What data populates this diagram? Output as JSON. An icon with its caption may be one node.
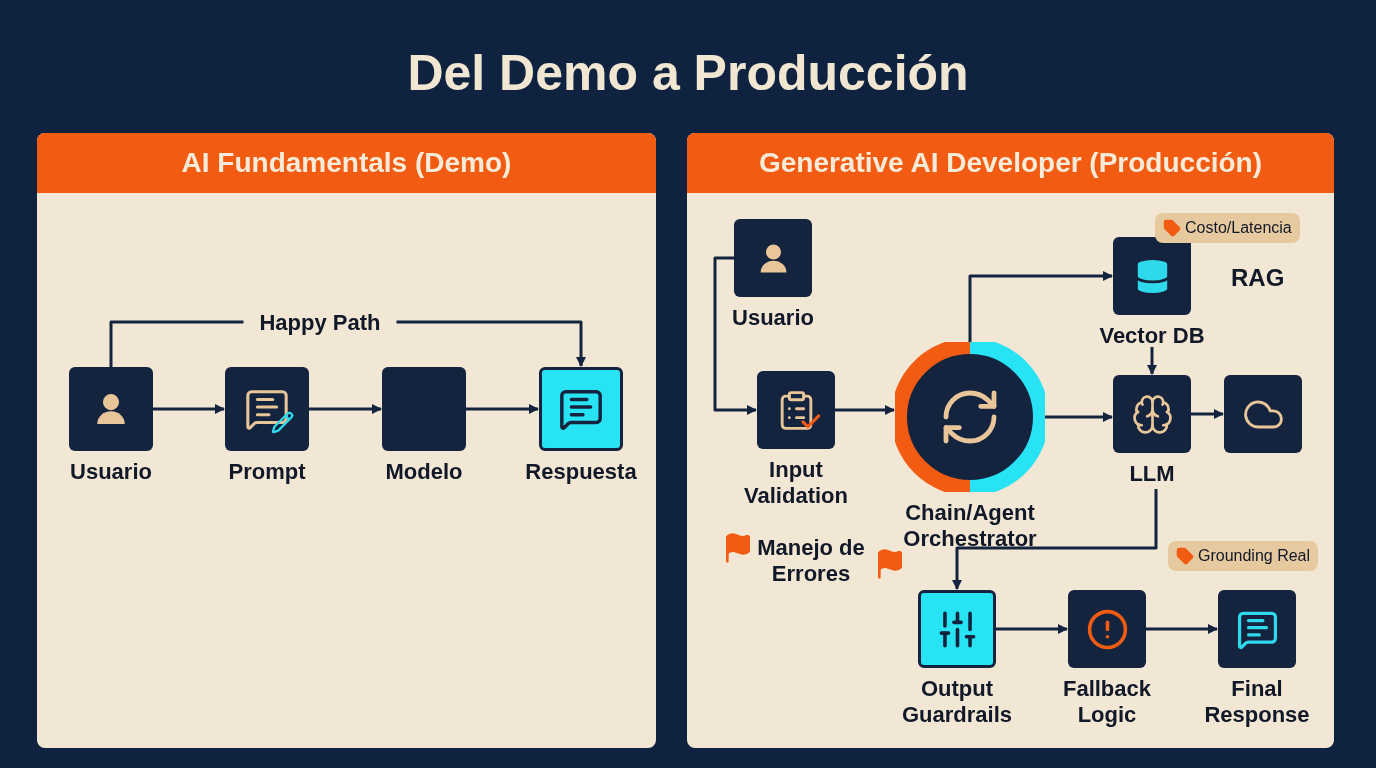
{
  "diagram": {
    "title": "Del Demo a Producción",
    "nodes": [
      {
        "text": [
          "AI Fundamentals (Demo)"
        ]
      },
      {
        "text": [
          "Usuario"
        ],
        "in": 0
      },
      {
        "text": [
          "Prompt"
        ],
        "in": 0
      },
      {
        "text": [
          "Modelo"
        ],
        "in": 0
      },
      {
        "text": [
          "Respuesta"
        ],
        "in": 0
      },
      {
        "text": [
          "Generative AI Developer (Producción)"
        ]
      },
      {
        "text": [
          "Usuario"
        ],
        "in": 5
      },
      {
        "text": [
          "Input Validation"
        ],
        "in": 5
      },
      {
        "text": [
          "Chain/Agent Orchestrator"
        ],
        "in": 5
      },
      {
        "text": [
          "Vector DB"
        ],
        "beside": [
          "RAG"
        ],
        "in": 5
      },
      {
        "text": [
          "LLM"
        ],
        "in": 5
      },
      {
        "text": [],
        "shape": "box",
        "in": 5
      },
      {
        "text": [
          "Output Guardrails"
        ],
        "in": 5
      },
      {
        "text": [
          "Fallback Logic"
        ],
        "in": 5
      },
      {
        "text": [
          "Final Response"
        ],
        "in": 5
      },
      {
        "text": [
          "Costo/Latencia"
        ],
        "in": 5
      },
      {
        "text": [
          "Grounding Real"
        ],
        "in": 5
      }
    ],
    "edges": [
      {
        "from": 1,
        "to": 4,
        "arrow": "to",
        "label": "Happy Path"
      },
      {
        "from": 1,
        "to": 2,
        "arrow": "to"
      },
      {
        "from": 2,
        "to": 3,
        "arrow": "to"
      },
      {
        "from": 3,
        "to": 4,
        "arrow": "to"
      },
      {
        "from": 6,
        "to": 7,
        "arrow": "to"
      },
      {
        "from": 7,
        "to": 8,
        "arrow": "to"
      },
      {
        "from": 8,
        "to": 9,
        "arrow": "to"
      },
      {
        "from": 8,
        "to": 10,
        "arrow": "to"
      },
      {
        "from": 9,
        "to": 10,
        "arrow": "to"
      },
      {
        "from": 10,
        "to": 11,
        "arrow": "to"
      },
      {
        "from": 10,
        "to": 12,
        "arrow": "to"
      },
      {
        "from": 12,
        "to": 13,
        "arrow": "to"
      },
      {
        "from": 13,
        "to": 14,
        "arrow": "to"
      }
    ],
    "labels": [
      "Manejo de Errores"
    ]
  }
}
